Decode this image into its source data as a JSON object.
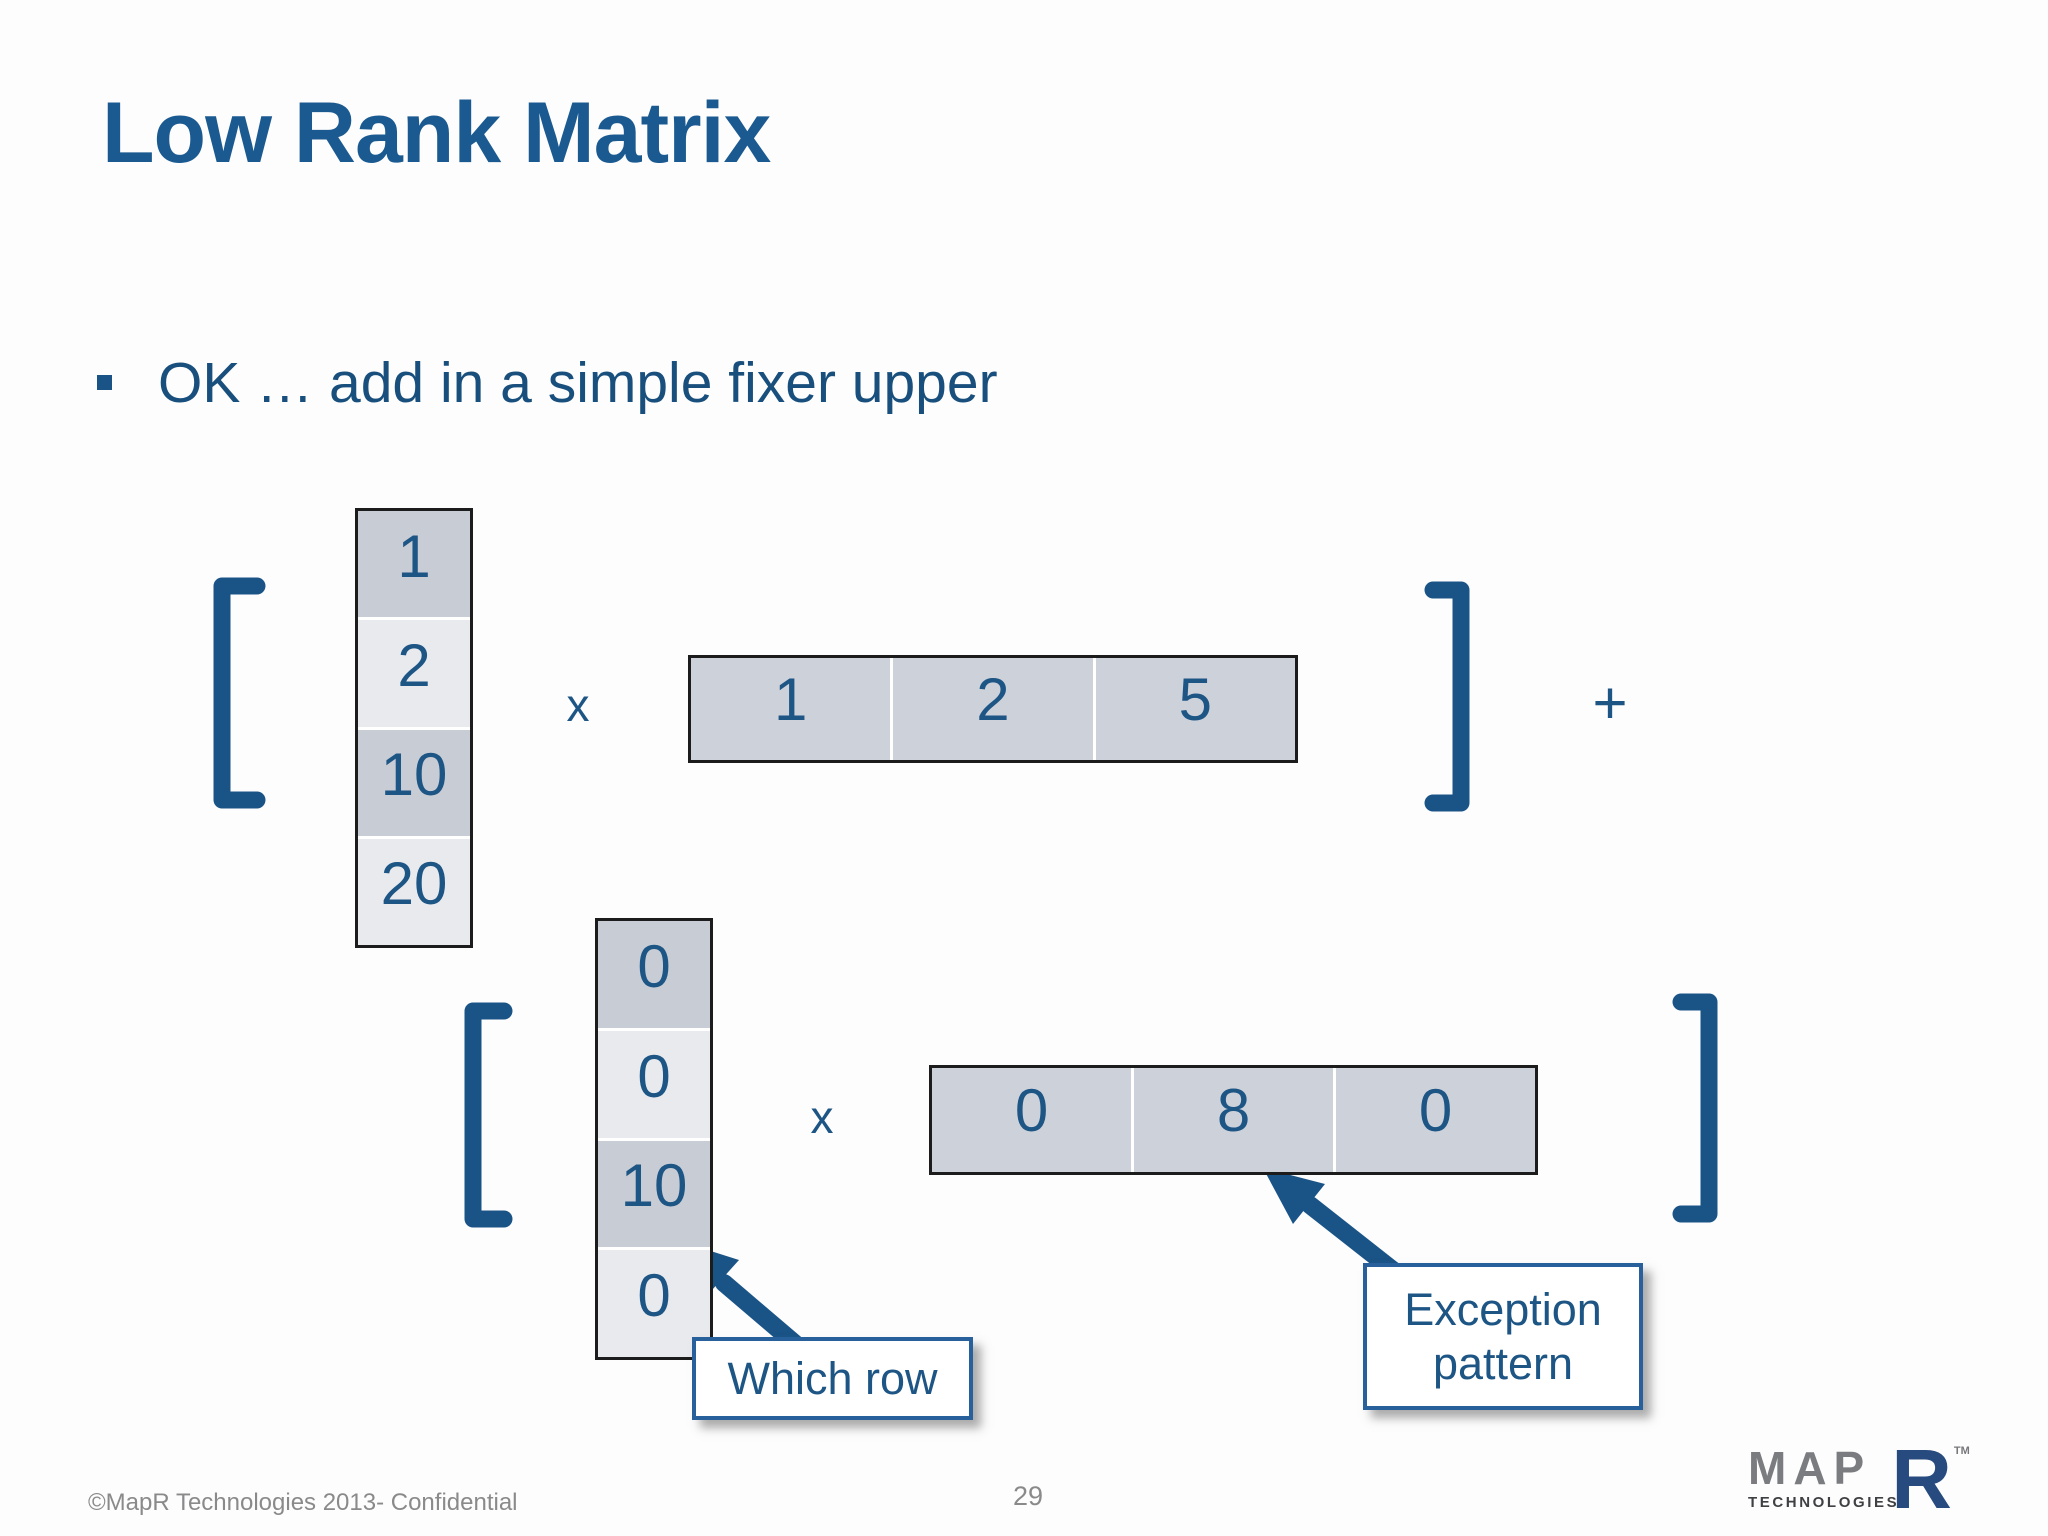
{
  "title": "Low Rank Matrix",
  "bullet_text": "OK … add in a simple fixer upper",
  "operators": {
    "times1": "x",
    "times2": "x",
    "plus": "+"
  },
  "expr1": {
    "col": [
      "1",
      "2",
      "10",
      "20"
    ],
    "row": [
      "1",
      "2",
      "5"
    ]
  },
  "expr2": {
    "col": [
      "0",
      "0",
      "10",
      "0"
    ],
    "row": [
      "0",
      "8",
      "0"
    ]
  },
  "callouts": {
    "which_row": "Which row",
    "exception_line1": "Exception",
    "exception_line2": "pattern"
  },
  "footer": {
    "copyright": "©MapR Technologies 2013- Confidential",
    "page_number": "29"
  },
  "logo": {
    "map": "MAP",
    "r": "R",
    "tm": "TM",
    "technologies": "TECHNOLOGIES"
  },
  "colors": {
    "accent_blue": "#1a5487",
    "title_blue": "#1b5a91",
    "number_blue": "#1d5585",
    "callout_border": "#27609a",
    "cell_dark": "#c8ccd5",
    "cell_light": "#e9eaee",
    "row_cell": "#cdd1da",
    "footer_grey": "#8a8a8b",
    "logo_grey": "#7b7c80",
    "logo_navy": "#274a7f"
  }
}
